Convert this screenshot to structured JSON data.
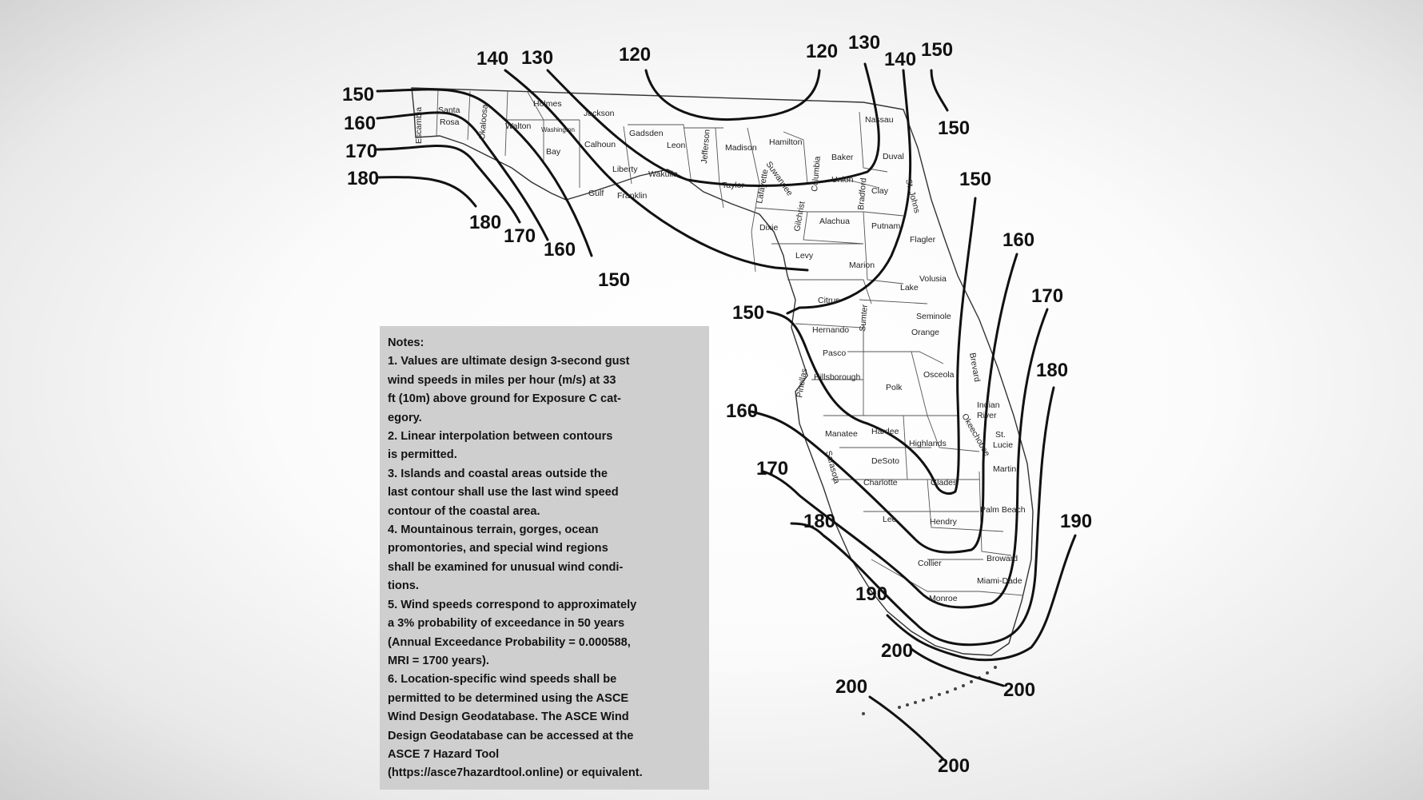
{
  "speed_labels": {
    "nw_150": "150",
    "nw_160": "160",
    "nw_170": "170",
    "nw_180": "180",
    "top_140": "140",
    "top_130": "130",
    "top_120_left": "120",
    "top_120_right": "120",
    "top_130_right": "130",
    "top_140_right": "140",
    "top_150_right": "150",
    "ne_150": "150",
    "bottom_180": "180",
    "bottom_170": "170",
    "bottom_160": "160",
    "bottom_150": "150",
    "east_150": "150",
    "east_160": "160",
    "east_170": "170",
    "east_180": "180",
    "east_190": "190",
    "west_150": "150",
    "west_160": "160",
    "west_170": "170",
    "west_180": "180",
    "west_190": "190",
    "south_200_a": "200",
    "south_200_b": "200",
    "south_200_c": "200",
    "south_200_d": "200"
  },
  "counties": {
    "escambia": "Escambia",
    "santa_rosa_1": "Santa",
    "santa_rosa_2": "Rosa",
    "okaloosa": "Okaloosa",
    "walton": "Walton",
    "holmes": "Holmes",
    "washington": "Washington",
    "jackson": "Jackson",
    "bay": "Bay",
    "calhoun": "Calhoun",
    "gadsden": "Gadsden",
    "leon": "Leon",
    "liberty": "Liberty",
    "gulf": "Gulf",
    "franklin": "Franklin",
    "wakulla": "Wakulla",
    "jefferson": "Jefferson",
    "madison": "Madison",
    "hamilton": "Hamilton",
    "taylor": "Taylor",
    "lafayette": "Lafayette",
    "suwannee": "Suwannee",
    "columbia": "Columbia",
    "baker": "Baker",
    "nassau": "Nassau",
    "duval": "Duval",
    "union": "Union",
    "bradford": "Bradford",
    "clay": "Clay",
    "st_johns": "St. Johns",
    "dixie": "Dixie",
    "gilchrist": "Gilchrist",
    "alachua": "Alachua",
    "putnam": "Putnam",
    "flagler": "Flagler",
    "levy": "Levy",
    "marion": "Marion",
    "volusia": "Volusia",
    "lake": "Lake",
    "citrus": "Citrus",
    "sumter": "Sumter",
    "seminole": "Seminole",
    "hernando": "Hernando",
    "orange": "Orange",
    "pasco": "Pasco",
    "brevard": "Brevard",
    "hillsborough": "Hillsborough",
    "polk": "Polk",
    "osceola": "Osceola",
    "pinellas": "Pinellas",
    "indian_river_1": "Indian",
    "indian_river_2": "River",
    "manatee": "Manatee",
    "hardee": "Hardee",
    "highlands": "Highlands",
    "okeechobee": "Okeechobee",
    "st_lucie_1": "St.",
    "st_lucie_2": "Lucie",
    "sarasota": "Sarasota",
    "desoto": "DeSoto",
    "martin": "Martin",
    "charlotte": "Charlotte",
    "glades": "Glades",
    "lee": "Lee",
    "hendry": "Hendry",
    "palm_beach": "Palm Beach",
    "broward": "Broward",
    "collier": "Collier",
    "miami_dade": "Miami-Dade",
    "monroe": "Monroe"
  },
  "notes": {
    "lines": [
      "Notes:",
      "1.  Values are ultimate design 3-second gust",
      "wind speeds in miles per hour (m/s) at 33",
      "ft (10m) above ground for Exposure C cat-",
      "egory.",
      "2.  Linear interpolation between contours",
      "is permitted.",
      "3.  Islands and coastal areas outside the",
      "last contour shall use the last wind speed",
      "contour of the coastal area.",
      "4.  Mountainous terrain, gorges, ocean",
      "promontories, and special wind regions",
      "shall be examined for unusual wind condi-",
      "tions.",
      "5.  Wind speeds correspond to approximately",
      "a 3% probability of exceedance in 50 years",
      "(Annual Exceedance Probability = 0.000588,",
      "MRI = 1700 years).",
      "6.  Location-specific wind speeds shall be",
      "permitted to be determined using the ASCE",
      "Wind Design Geodatabase.  The ASCE Wind",
      "Design Geodatabase can be accessed at the",
      "ASCE 7 Hazard Tool",
      "(https://asce7hazardtool.online) or equivalent."
    ]
  },
  "colors": {
    "background": "#f7f7f7",
    "notes_box": "#cfcfcf",
    "ink": "#111111"
  }
}
